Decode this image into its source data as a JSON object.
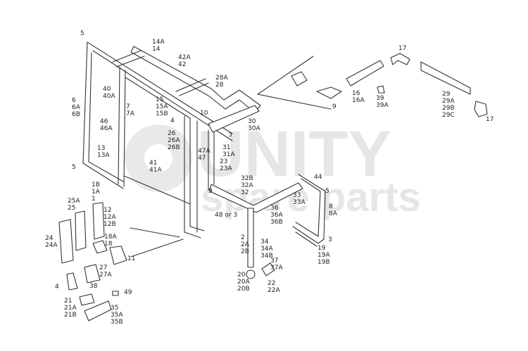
{
  "watermark": {
    "brand": "UNITY",
    "tagline": "spare parts"
  },
  "callouts": [
    [
      "5"
    ],
    [
      "14A",
      "14"
    ],
    [
      "42A",
      "42"
    ],
    [
      "40",
      "40A"
    ],
    [
      "28A",
      "28"
    ],
    [
      "6",
      "6A",
      "6B"
    ],
    [
      "7",
      "7A"
    ],
    [
      "15",
      "15A",
      "15B"
    ],
    [
      "10"
    ],
    [
      "4"
    ],
    [
      "46",
      "46A"
    ],
    [
      "26",
      "26A",
      "26B"
    ],
    [
      "30",
      "30A"
    ],
    [
      "3"
    ],
    [
      "31",
      "31A"
    ],
    [
      "13",
      "13A"
    ],
    [
      "47A",
      "47"
    ],
    [
      "23",
      "23A"
    ],
    [
      "5"
    ],
    [
      "41",
      "41A"
    ],
    [
      "17"
    ],
    [
      "16",
      "16A"
    ],
    [
      "39",
      "39A"
    ],
    [
      "9"
    ],
    [
      "29",
      "29A",
      "29B",
      "29C"
    ],
    [
      "17"
    ],
    [
      "44"
    ],
    [
      "32B",
      "32A",
      "32"
    ],
    [
      "9"
    ],
    [
      "33",
      "33A"
    ],
    [
      "5"
    ],
    [
      "8",
      "8A"
    ],
    [
      "48 or 3"
    ],
    [
      "36",
      "36A",
      "36B"
    ],
    [
      "2",
      "2A",
      "2B"
    ],
    [
      "3"
    ],
    [
      "19",
      "19A",
      "19B"
    ],
    [
      "34",
      "34A",
      "34B"
    ],
    [
      "37",
      "37A"
    ],
    [
      "20",
      "20A",
      "20B"
    ],
    [
      "22",
      "22A"
    ],
    [
      "1B",
      "1A",
      "1"
    ],
    [
      "25A",
      "25"
    ],
    [
      "12",
      "12A",
      "12B"
    ],
    [
      "24",
      "24A"
    ],
    [
      "18A",
      "18"
    ],
    [
      "11"
    ],
    [
      "27",
      "27A"
    ],
    [
      "4"
    ],
    [
      "38"
    ],
    [
      "49"
    ],
    [
      "21",
      "21A",
      "21B"
    ],
    [
      "35",
      "35A",
      "35B"
    ]
  ]
}
